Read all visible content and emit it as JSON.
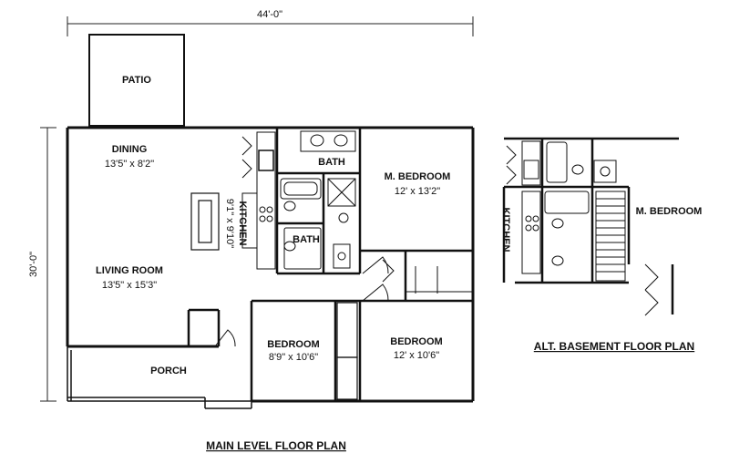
{
  "dimensions": {
    "width": "44'-0\"",
    "depth": "30'-0\""
  },
  "main": {
    "title": "MAIN LEVEL FLOOR PLAN",
    "patio": "PATIO",
    "dining": {
      "name": "DINING",
      "size": "13'5\" x 8'2\""
    },
    "living": {
      "name": "LIVING ROOM",
      "size": "13'5\" x 15'3\""
    },
    "kitchen": {
      "name": "KITCHEN",
      "size": "9'1\" x 9'10\""
    },
    "bath1": "BATH",
    "bath2": "BATH",
    "master": {
      "name": "M. BEDROOM",
      "size": "12' x 13'2\""
    },
    "bed2": {
      "name": "BEDROOM",
      "size": "8'9\" x 10'6\""
    },
    "bed3": {
      "name": "BEDROOM",
      "size": "12' x 10'6\""
    },
    "porch": "PORCH"
  },
  "basement": {
    "title": "ALT. BASEMENT FLOOR PLAN",
    "kitchen": "KITCHEN",
    "master": "M. BEDROOM"
  }
}
